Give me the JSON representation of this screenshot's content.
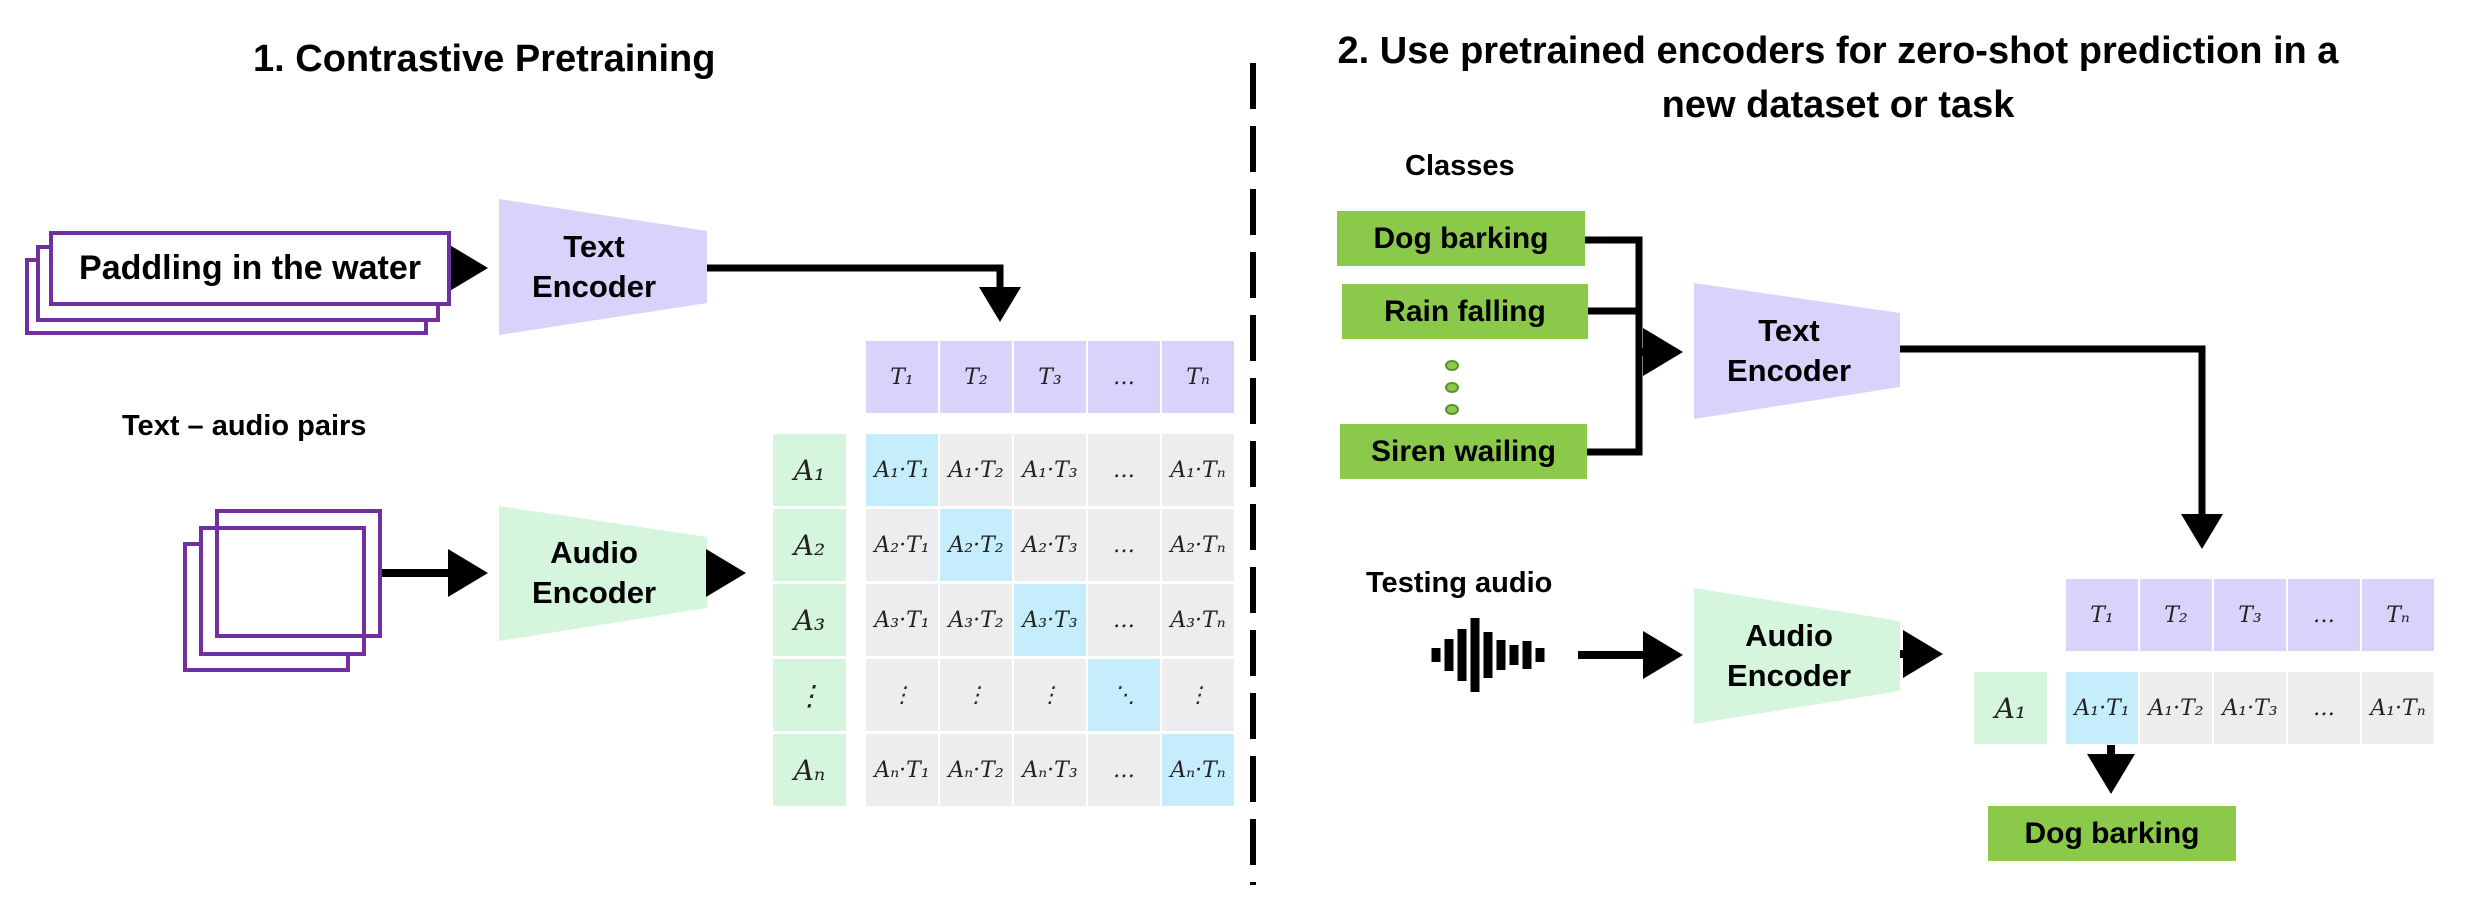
{
  "section1": {
    "title": "1. Contrastive Pretraining",
    "text_input": "Paddling in the water",
    "pairs_label": "Text – audio pairs",
    "text_encoder": [
      "Text",
      "Encoder"
    ],
    "audio_encoder": [
      "Audio",
      "Encoder"
    ],
    "matrix": {
      "col_headers": [
        "T₁",
        "T₂",
        "T₃",
        "…",
        "Tₙ"
      ],
      "row_headers": [
        "A₁",
        "A₂",
        "A₃",
        "⋮",
        "Aₙ"
      ],
      "rows": [
        [
          "A₁·T₁",
          "A₁·T₂",
          "A₁·T₃",
          "…",
          "A₁·Tₙ"
        ],
        [
          "A₂·T₁",
          "A₂·T₂",
          "A₂·T₃",
          "…",
          "A₂·Tₙ"
        ],
        [
          "A₃·T₁",
          "A₃·T₂",
          "A₃·T₃",
          "…",
          "A₃·Tₙ"
        ],
        [
          "⋮",
          "⋮",
          "⋮",
          "⋱",
          "⋮"
        ],
        [
          "Aₙ·T₁",
          "Aₙ·T₂",
          "Aₙ·T₃",
          "…",
          "Aₙ·Tₙ"
        ]
      ],
      "highlight": "diagonal"
    }
  },
  "section2": {
    "title_line1": "2. Use pretrained encoders for zero-shot prediction in a",
    "title_line2": "new dataset or task",
    "classes_label": "Classes",
    "classes": [
      "Dog barking",
      "Rain falling",
      "Siren wailing"
    ],
    "testing_audio_label": "Testing audio",
    "text_encoder": [
      "Text",
      "Encoder"
    ],
    "audio_encoder": [
      "Audio",
      "Encoder"
    ],
    "matrix": {
      "col_headers": [
        "T₁",
        "T₂",
        "T₃",
        "…",
        "Tₙ"
      ],
      "row_headers": [
        "A₁"
      ],
      "rows": [
        [
          "A₁·T₁",
          "A₁·T₂",
          "A₁·T₃",
          "…",
          "A₁·Tₙ"
        ]
      ]
    },
    "prediction": "Dog barking"
  },
  "colors": {
    "text_encoder": "#D8D3FB",
    "audio_encoder": "#D5F5DC",
    "class_box": "#8BC94A",
    "highlight": "#C5EDFB",
    "cell": "#EDEDEF",
    "stack_border": "#7030A0"
  }
}
